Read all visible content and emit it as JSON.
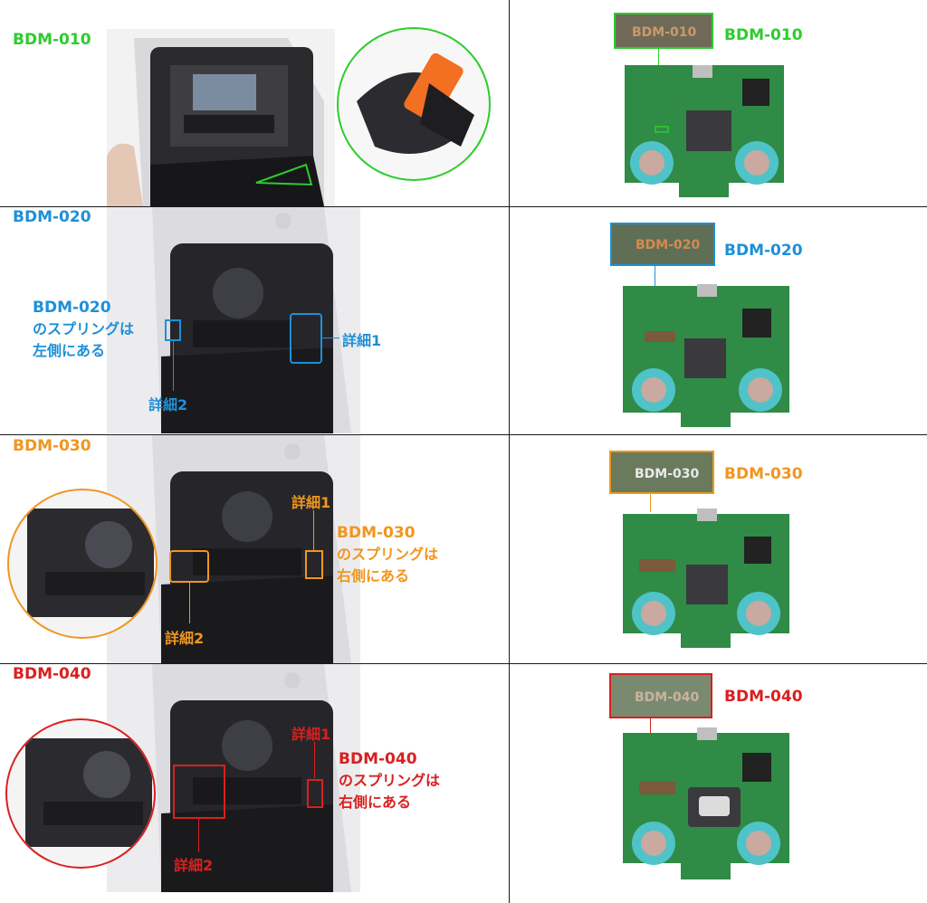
{
  "colors": {
    "bdm010": "#2ecc2e",
    "bdm020": "#1e90d8",
    "bdm030": "#f0961e",
    "bdm040": "#d9201f",
    "pcb": "#2f8b45",
    "stick": "#4fc3c8"
  },
  "rows": [
    {
      "id": "bdm010",
      "left_label": "BDM-010",
      "right_label": "BDM-010",
      "callout": "BDM-010"
    },
    {
      "id": "bdm020",
      "left_label": "BDM-020",
      "right_label": "BDM-020",
      "callout": "BDM-020",
      "note_lines": [
        "BDM-020",
        "のスプリングは",
        "左側にある"
      ],
      "detail1": "詳細1",
      "detail2": "詳細2"
    },
    {
      "id": "bdm030",
      "left_label": "BDM-030",
      "right_label": "BDM-030",
      "callout": "BDM-030",
      "note_lines": [
        "BDM-030",
        "のスプリングは",
        "右側にある"
      ],
      "detail1": "詳細1",
      "detail2": "詳細2"
    },
    {
      "id": "bdm040",
      "left_label": "BDM-040",
      "right_label": "BDM-040",
      "callout": "BDM-040",
      "note_lines": [
        "BDM-040",
        "のスプリングは",
        "右側にある"
      ],
      "detail1": "詳細1",
      "detail2": "詳細2"
    }
  ]
}
